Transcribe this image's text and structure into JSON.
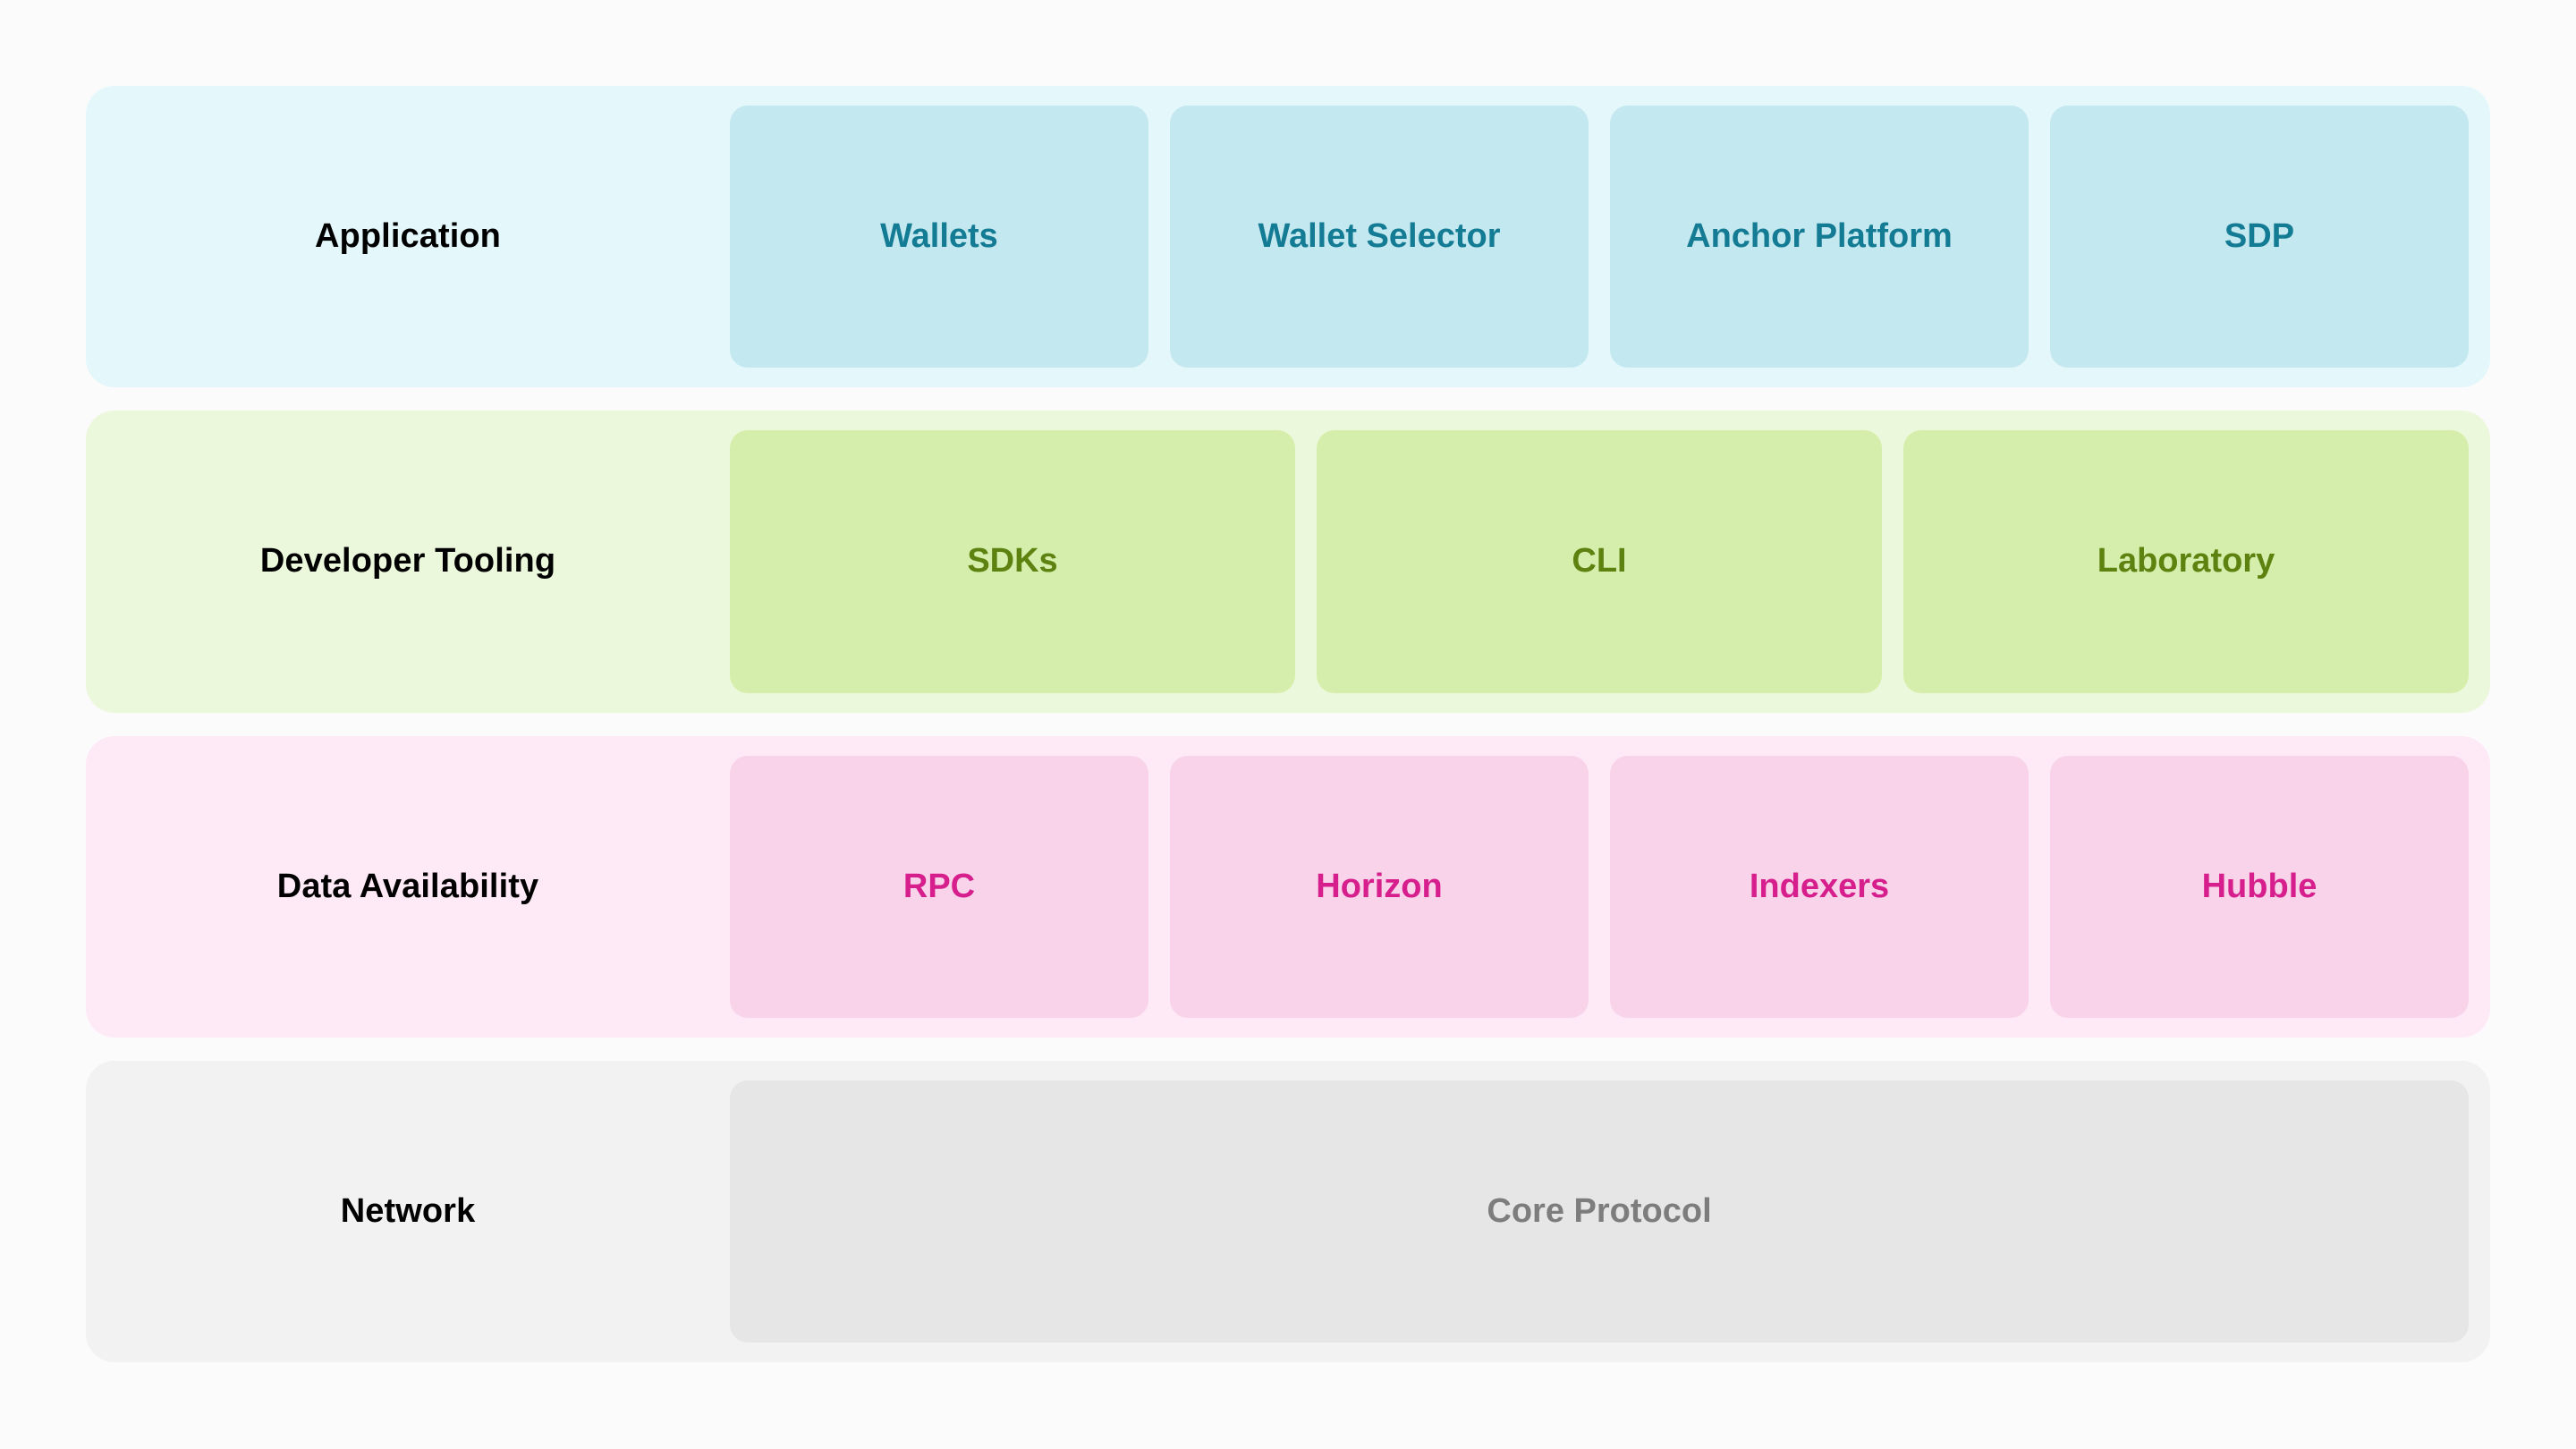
{
  "diagram": {
    "type": "layered-stack",
    "title": "Stellar ecosystem layer stack",
    "layers": [
      {
        "label": "Application",
        "band_color": "#e4f7fb",
        "tile_color": "#c4e8ef",
        "text_color": "#147b94",
        "tiles": [
          {
            "label": "Wallets"
          },
          {
            "label": "Wallet Selector"
          },
          {
            "label": "Anchor Platform"
          },
          {
            "label": "SDP"
          }
        ]
      },
      {
        "label": "Developer Tooling",
        "band_color": "#ecf8dc",
        "tile_color": "#d6eeac",
        "text_color": "#5d8210",
        "tiles": [
          {
            "label": "SDKs"
          },
          {
            "label": "CLI"
          },
          {
            "label": "Laboratory"
          }
        ]
      },
      {
        "label": "Data Availability",
        "band_color": "#fdeaf6",
        "tile_color": "#f9d3e9",
        "text_color": "#d61f8c",
        "tiles": [
          {
            "label": "RPC"
          },
          {
            "label": "Horizon"
          },
          {
            "label": "Indexers"
          },
          {
            "label": "Hubble"
          }
        ]
      },
      {
        "label": "Network",
        "band_color": "#f2f2f2",
        "tile_color": "#e6e6e6",
        "text_color": "#7d7d7d",
        "tiles": [
          {
            "label": "Core Protocol"
          }
        ]
      }
    ]
  }
}
